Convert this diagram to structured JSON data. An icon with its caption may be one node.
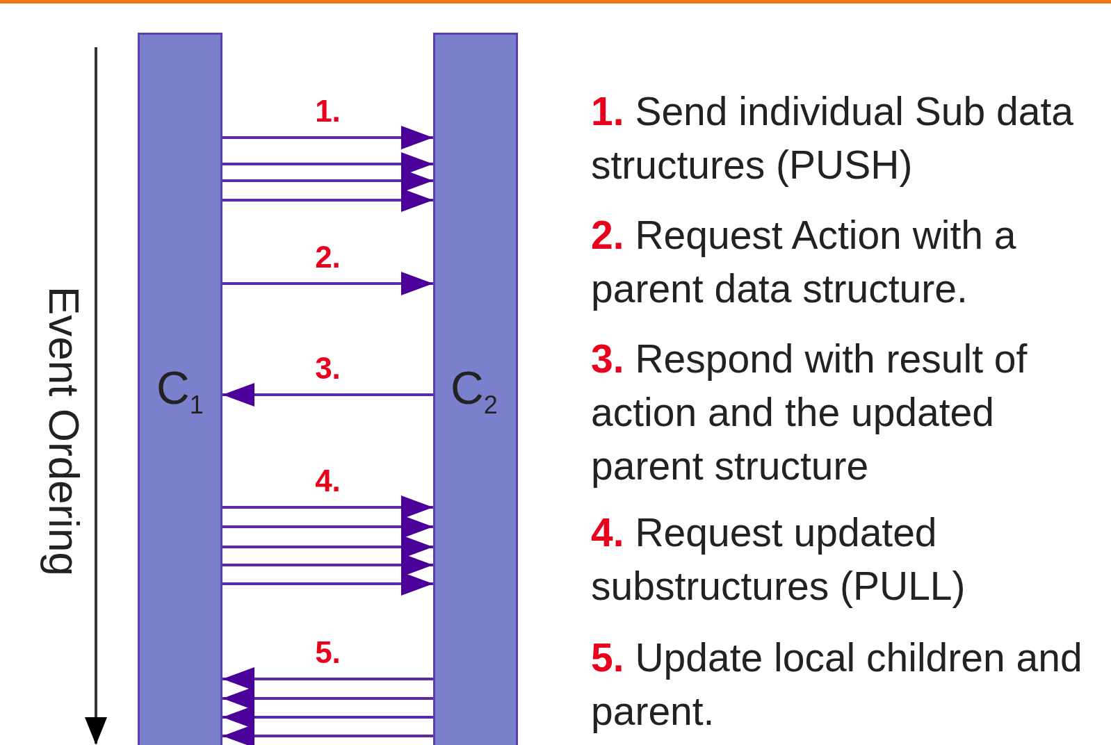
{
  "diagram": {
    "nodes": [
      {
        "text": [
          "C$_{1}$"
        ]
      },
      {
        "text": [
          "C$_{2}$"
        ]
      }
    ],
    "edges": [
      {
        "from": 0,
        "to": 1,
        "arrow": "to",
        "label": "1."
      },
      {
        "from": 0,
        "to": 1,
        "arrow": "to"
      },
      {
        "from": 0,
        "to": 1,
        "arrow": "to"
      },
      {
        "from": 0,
        "to": 1,
        "arrow": "to"
      },
      {
        "from": 0,
        "to": 1,
        "arrow": "to",
        "label": "2."
      },
      {
        "from": 1,
        "to": 0,
        "arrow": "to",
        "label": "3."
      },
      {
        "from": 0,
        "to": 1,
        "arrow": "to",
        "label": "4."
      },
      {
        "from": 0,
        "to": 1,
        "arrow": "to"
      },
      {
        "from": 0,
        "to": 1,
        "arrow": "to"
      },
      {
        "from": 0,
        "to": 1,
        "arrow": "to"
      },
      {
        "from": 0,
        "to": 1,
        "arrow": "to"
      },
      {
        "from": 1,
        "to": 0,
        "arrow": "to",
        "label": "5."
      },
      {
        "from": 1,
        "to": 0,
        "arrow": "to"
      },
      {
        "from": 1,
        "to": 0,
        "arrow": "to"
      },
      {
        "from": 1,
        "to": 0,
        "arrow": "to"
      }
    ],
    "labels": [
      "Event Ordering",
      "1.",
      "Send individual Sub data structures (PUSH)",
      "2.",
      "Request Action with a parent data structure.",
      "3.",
      "Respond with result of action and the updated parent structure",
      "4.",
      "Request updated substructures (PULL)",
      "5.",
      "Update local children and parent."
    ]
  }
}
